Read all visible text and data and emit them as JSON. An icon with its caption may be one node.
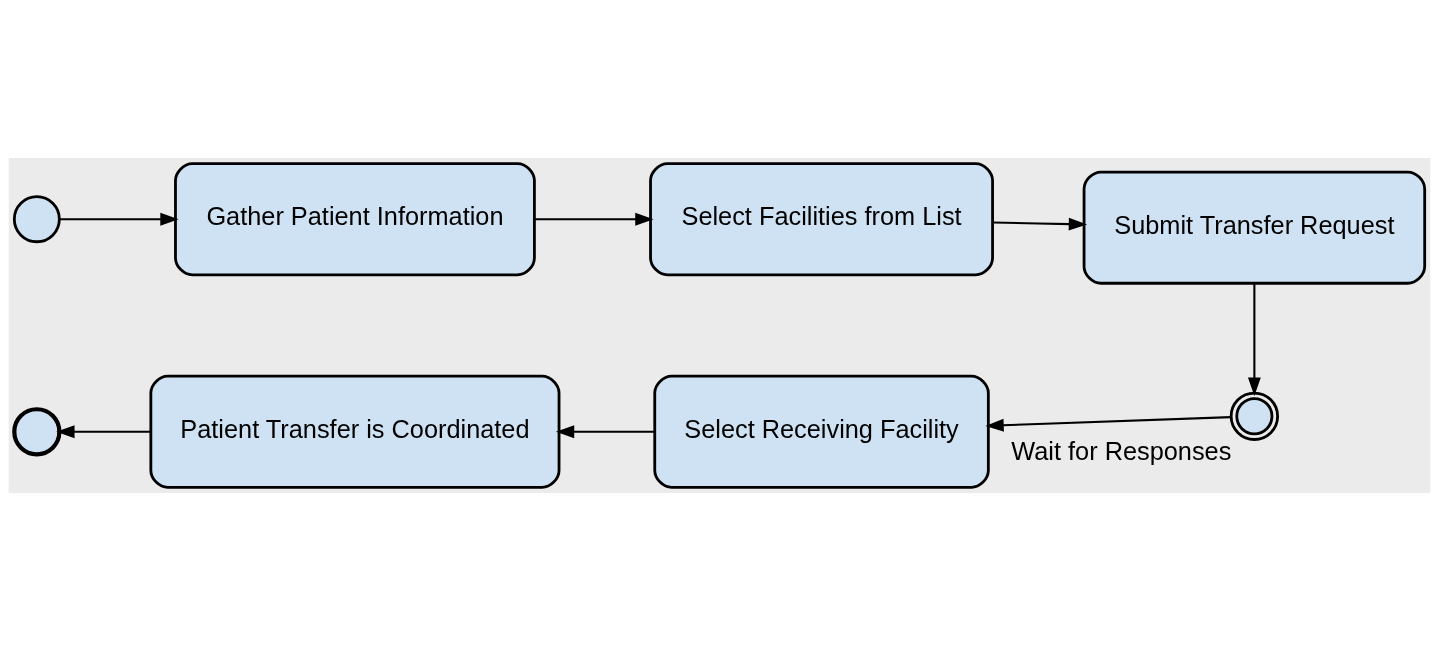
{
  "diagram": {
    "nodes": [
      {
        "text": [],
        "shape": "circle"
      },
      {
        "text": [
          "Gather Patient Information"
        ]
      },
      {
        "text": [
          "Select Facilities from List"
        ]
      },
      {
        "text": [
          "Submit Transfer Request"
        ]
      },
      {
        "text": [],
        "shape": "circle",
        "beside": [
          "Wait for Responses"
        ]
      },
      {
        "text": [
          "Select Receiving Facility"
        ]
      },
      {
        "text": [
          "Patient Transfer is Coordinated"
        ]
      },
      {
        "text": [],
        "shape": "circle"
      }
    ],
    "edges": [
      {
        "from": 0,
        "to": 1,
        "arrow": "to"
      },
      {
        "from": 1,
        "to": 2,
        "arrow": "to"
      },
      {
        "from": 2,
        "to": 3,
        "arrow": "to"
      },
      {
        "from": 3,
        "to": 4,
        "arrow": "to"
      },
      {
        "from": 4,
        "to": 5,
        "arrow": "to"
      },
      {
        "from": 5,
        "to": 6,
        "arrow": "to"
      },
      {
        "from": 6,
        "to": 7,
        "arrow": "to"
      }
    ]
  }
}
